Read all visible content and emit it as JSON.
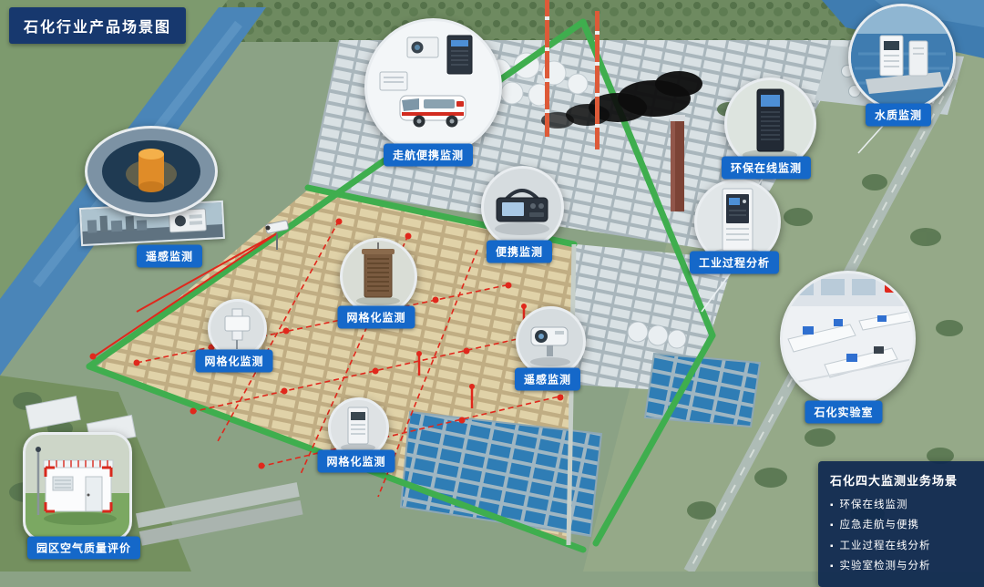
{
  "title": "石化行业产品场景图",
  "callouts": {
    "mobile": {
      "label": "走航便携监测"
    },
    "water": {
      "label": "水质监测"
    },
    "envOnline": {
      "label": "环保在线监测"
    },
    "portable": {
      "label": "便携监测"
    },
    "process": {
      "label": "工业过程分析"
    },
    "remoteLeft": {
      "label": "遥感监测"
    },
    "grid1": {
      "label": "网格化监测"
    },
    "grid2": {
      "label": "网格化监测"
    },
    "remoteCenter": {
      "label": "遥感监测"
    },
    "grid3": {
      "label": "网格化监测"
    },
    "lab": {
      "label": "石化实验室"
    },
    "airQuality": {
      "label": "园区空气质量评价"
    }
  },
  "legend": {
    "title": "石化四大监测业务场景",
    "items": [
      "环保在线监测",
      "应急走航与便携",
      "工业过程在线分析",
      "实验室检测与分析"
    ]
  },
  "colors": {
    "label_bg": "#1568c9",
    "title_bg": "#17386e",
    "legend_bg": "#0e2850",
    "monitor_grid_red": "#e0281c",
    "road_green": "#3fae4e",
    "river_blue": "#4a85b8"
  }
}
